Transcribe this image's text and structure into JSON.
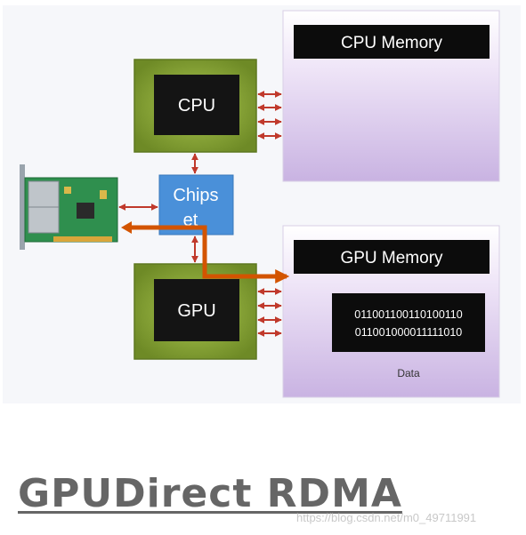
{
  "diagram": {
    "cpu_memory_label": "CPU Memory",
    "gpu_memory_label": "GPU Memory",
    "cpu_label": "CPU",
    "gpu_label": "GPU",
    "chipset_label_line1": "Chips",
    "chipset_label_line2": "et",
    "binary_line1": "011001100110100110",
    "binary_line2": "011001000011111010",
    "data_label": "Data"
  },
  "caption": {
    "title": "GPUDirect RDMA"
  },
  "watermark": {
    "text": "https://blog.csdn.net/m0_49711991"
  },
  "colors": {
    "chip_green": "#8aa83a",
    "chip_black": "#141414",
    "memory_purple": "#cdb8e4",
    "chipset_blue": "#4a90d9",
    "arrow_red": "#c0392b",
    "rdma_orange": "#d35400",
    "caption_gray": "#666666"
  }
}
